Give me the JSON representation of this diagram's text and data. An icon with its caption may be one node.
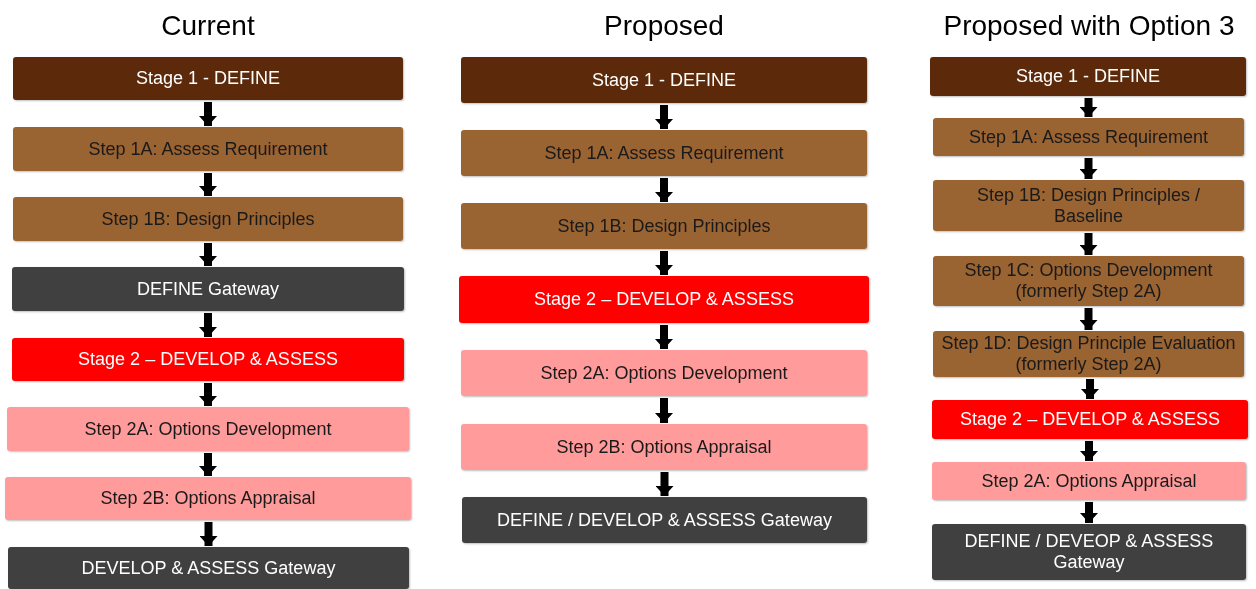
{
  "diagram": {
    "nodes": [
      {
        "text": [
          "Stage 1 - DEFINE"
        ]
      },
      {
        "text": [
          "Step 1A: Assess Requirement"
        ]
      },
      {
        "text": [
          "Step 1B: Design Principles"
        ]
      },
      {
        "text": [
          "DEFINE Gateway"
        ]
      },
      {
        "text": [
          "Stage 2 – DEVELOP & ASSESS"
        ]
      },
      {
        "text": [
          "Step 2A: Options Development"
        ]
      },
      {
        "text": [
          "Step 2B: Options Appraisal"
        ]
      },
      {
        "text": [
          "DEVELOP & ASSESS Gateway"
        ]
      },
      {
        "text": [
          "Stage 1 - DEFINE"
        ]
      },
      {
        "text": [
          "Step 1A: Assess Requirement"
        ]
      },
      {
        "text": [
          "Step 1B: Design Principles"
        ]
      },
      {
        "text": [
          "Stage 2 – DEVELOP & ASSESS"
        ]
      },
      {
        "text": [
          "Step 2A: Options Development"
        ]
      },
      {
        "text": [
          "Step 2B: Options Appraisal"
        ]
      },
      {
        "text": [
          "DEFINE / DEVELOP & ASSESS Gateway"
        ]
      },
      {
        "text": [
          "Stage 1 - DEFINE"
        ]
      },
      {
        "text": [
          "Step 1A: Assess Requirement"
        ]
      },
      {
        "text": [
          "Step 1B: Design Principles / Baseline"
        ]
      },
      {
        "text": [
          "Step 1C: Options Development (formerly Step 2A)"
        ]
      },
      {
        "text": [
          "Step 1D: Design Principle Evaluation (formerly Step 2A)"
        ]
      },
      {
        "text": [
          "Stage 2 – DEVELOP & ASSESS"
        ]
      },
      {
        "text": [
          "Step 2A: Options Appraisal"
        ]
      },
      {
        "text": [
          "DEFINE / DEVEOP & ASSESS Gateway"
        ]
      }
    ],
    "edges": [
      {
        "from": 0,
        "to": 1,
        "arrow": "to"
      },
      {
        "from": 1,
        "to": 2,
        "arrow": "to"
      },
      {
        "from": 2,
        "to": 3,
        "arrow": "to"
      },
      {
        "from": 3,
        "to": 4,
        "arrow": "to"
      },
      {
        "from": 4,
        "to": 5,
        "arrow": "to"
      },
      {
        "from": 5,
        "to": 6,
        "arrow": "to"
      },
      {
        "from": 6,
        "to": 7,
        "arrow": "to"
      },
      {
        "from": 8,
        "to": 9,
        "arrow": "to"
      },
      {
        "from": 9,
        "to": 10,
        "arrow": "to"
      },
      {
        "from": 10,
        "to": 11,
        "arrow": "to"
      },
      {
        "from": 11,
        "to": 12,
        "arrow": "to"
      },
      {
        "from": 12,
        "to": 13,
        "arrow": "to"
      },
      {
        "from": 13,
        "to": 14,
        "arrow": "to"
      },
      {
        "from": 15,
        "to": 16,
        "arrow": "to"
      },
      {
        "from": 16,
        "to": 17,
        "arrow": "to"
      },
      {
        "from": 17,
        "to": 18,
        "arrow": "to"
      },
      {
        "from": 18,
        "to": 19,
        "arrow": "to"
      },
      {
        "from": 19,
        "to": 20,
        "arrow": "to"
      },
      {
        "from": 20,
        "to": 21,
        "arrow": "to"
      },
      {
        "from": 21,
        "to": 22,
        "arrow": "to"
      }
    ],
    "labels": [
      "Current",
      "Proposed",
      "Proposed with Option 3"
    ]
  }
}
